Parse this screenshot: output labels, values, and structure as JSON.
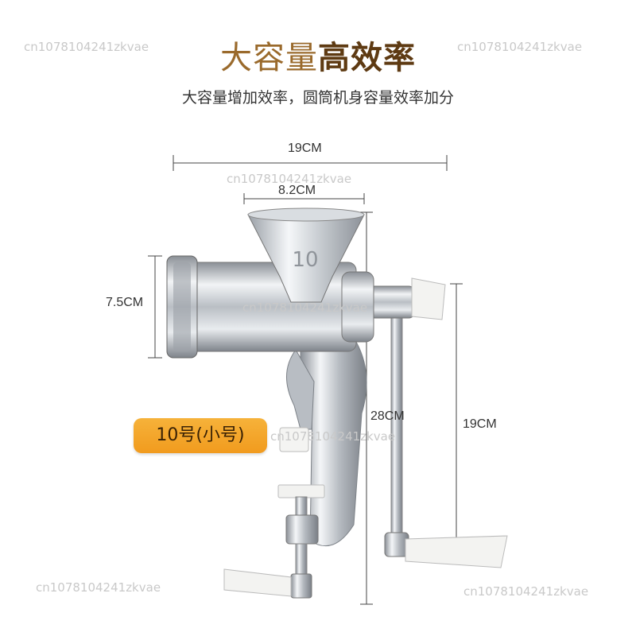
{
  "header": {
    "title_light": "大容量",
    "title_bold": "高效率",
    "subtitle": "大容量增加效率，圆筒机身容量效率加分"
  },
  "dimensions": {
    "total_width": "19CM",
    "funnel_width": "8.2CM",
    "barrel_height": "7.5CM",
    "body_height": "28CM",
    "handle_height": "19CM"
  },
  "product": {
    "size_label": "10号(小号)",
    "funnel_number": "10"
  },
  "watermark": "cn1078104241zkvae",
  "colors": {
    "title_light": "#9a6a2c",
    "title_bold": "#5e3a12",
    "badge": "#f4a62a"
  }
}
